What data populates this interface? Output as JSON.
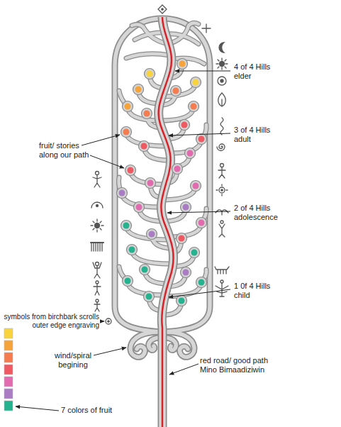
{
  "diagram": {
    "labels": [
      "4 of 4 Hills elder",
      "3 of 4 Hills adult",
      "fruit/ stories along our path",
      "2 of 4 Hills adolescence",
      "1 0f 4 Hills child",
      "symbols from birchbark scrolls outer edge engraving",
      "wind/spiral begining",
      "red road/ good path Mino Bimaadiziwin"
    ],
    "legend": [
      {
        "text": "7 colors of fruit"
      }
    ]
  }
}
